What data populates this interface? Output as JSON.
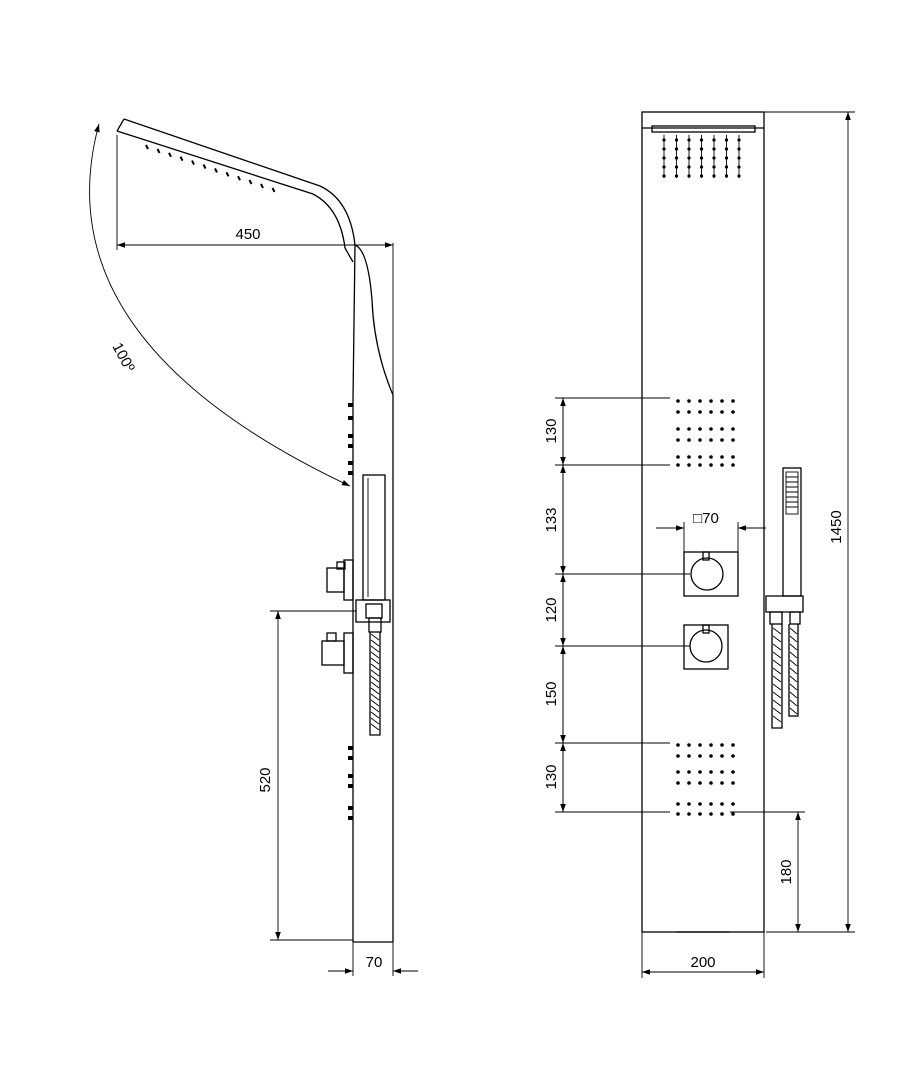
{
  "side_view": {
    "width_label": "450",
    "angle_label": "100º",
    "height_label": "520",
    "depth_label": "70"
  },
  "front_view": {
    "spacing_labels": [
      "130",
      "133",
      "120",
      "150",
      "130"
    ],
    "knob_label": "□70",
    "bottom_label": "180",
    "total_height_label": "1450",
    "width_label": "200"
  }
}
